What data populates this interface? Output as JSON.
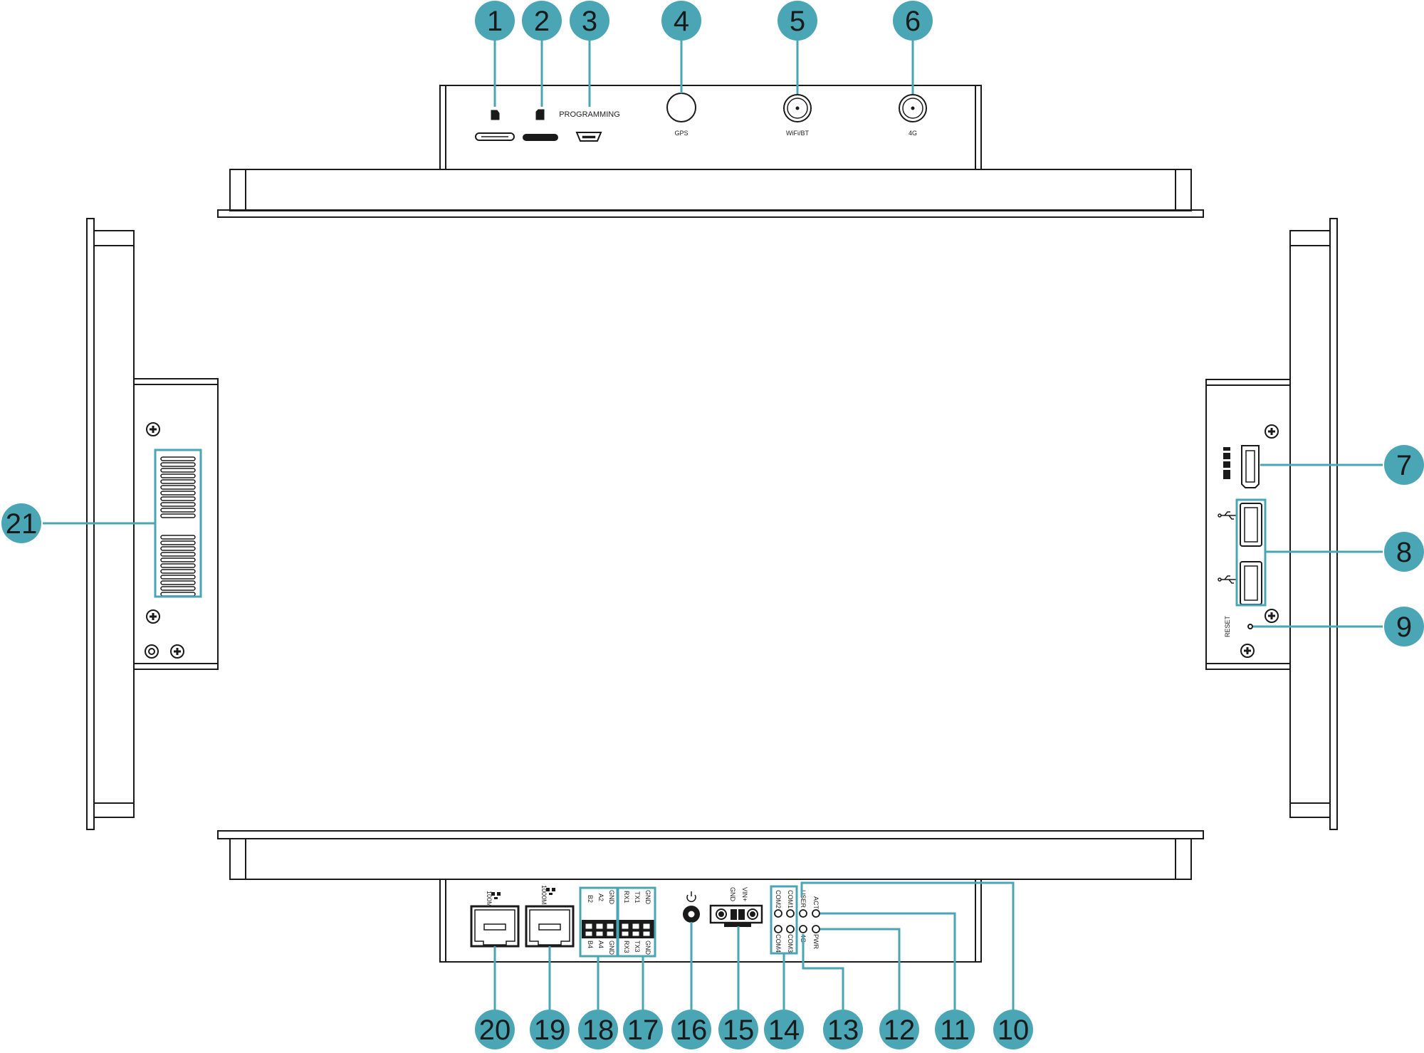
{
  "accent_color": "#4aa6b5",
  "line_color": "#1a1a1a",
  "callouts": [
    {
      "label": "1"
    },
    {
      "label": "2"
    },
    {
      "label": "3"
    },
    {
      "label": "4"
    },
    {
      "label": "5"
    },
    {
      "label": "6"
    },
    {
      "label": "7"
    },
    {
      "label": "8"
    },
    {
      "label": "9"
    },
    {
      "label": "10"
    },
    {
      "label": "11"
    },
    {
      "label": "12"
    },
    {
      "label": "13"
    },
    {
      "label": "14"
    },
    {
      "label": "15"
    },
    {
      "label": "16"
    },
    {
      "label": "17"
    },
    {
      "label": "18"
    },
    {
      "label": "19"
    },
    {
      "label": "20"
    },
    {
      "label": "21"
    }
  ],
  "top_panel": {
    "programming": "PROGRAMMING",
    "gps": "GPS",
    "wifi_bt": "WiFi/BT",
    "lte": "4G"
  },
  "right_panel": {
    "hdmi": "HDMI",
    "reset": "RESET"
  },
  "bottom_panel": {
    "lan1": "100M",
    "lan2": "1000M",
    "rs485_top": [
      "B2",
      "A2",
      "GND"
    ],
    "rs485_bottom": [
      "B4",
      "A4",
      "GND"
    ],
    "rs232_top": [
      "RX1",
      "TX1",
      "GND"
    ],
    "rs232_bottom": [
      "RX3",
      "TX3",
      "GND"
    ],
    "power": [
      "VIN+",
      "GND"
    ],
    "led_left_top": "COM2",
    "led_left_bottom": "COM4",
    "led_mid_top": "COM1",
    "led_mid_bottom": "COM3",
    "led_right_top": [
      "USER",
      "ACT"
    ],
    "led_right_bottom": [
      "4G",
      "PWR"
    ]
  }
}
